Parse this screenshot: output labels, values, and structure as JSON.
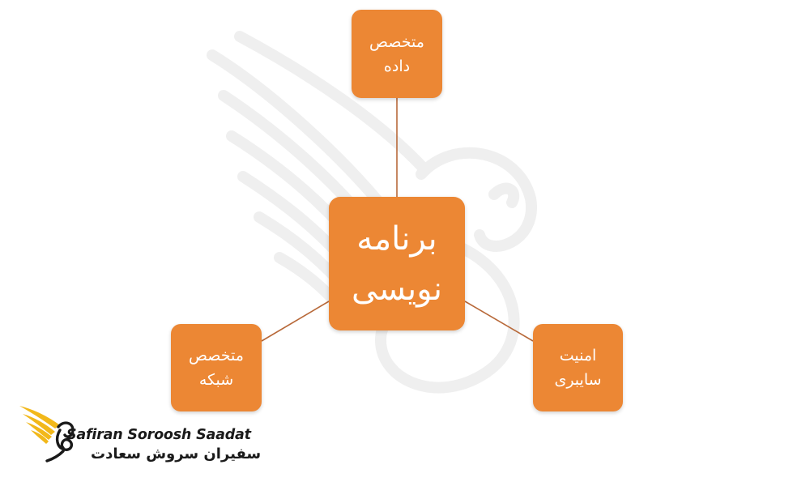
{
  "diagram": {
    "center": {
      "line1": "برنامه",
      "line2": "نویسی"
    },
    "top": {
      "line1": "متخصص",
      "line2": "داده"
    },
    "left": {
      "line1": "متخصص",
      "line2": "شبکه"
    },
    "right": {
      "line1": "امنیت",
      "line2": "سایبری"
    }
  },
  "colors": {
    "node_fill": "#ec8734",
    "connector": "#b8693a",
    "logo_gold": "#f2b81a"
  },
  "logo": {
    "name_en": "Safiran Soroosh Saadat",
    "name_fa": "سفیران سروش سعادت"
  }
}
